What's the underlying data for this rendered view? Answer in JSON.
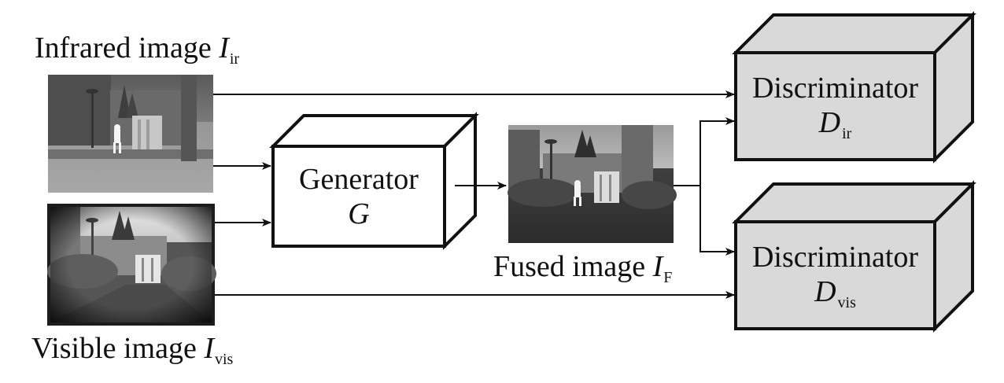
{
  "inputs": {
    "infrared": {
      "label": "Infrared image ",
      "symbol": "I",
      "subscript": "ir"
    },
    "visible": {
      "label": "Visible image ",
      "symbol": "I",
      "subscript": "vis"
    }
  },
  "generator": {
    "title": "Generator",
    "symbol": "G"
  },
  "fused": {
    "label": "Fused image ",
    "symbol": "I",
    "subscript": "F"
  },
  "discriminators": [
    {
      "title": "Discriminator",
      "symbol": "D",
      "subscript": "ir"
    },
    {
      "title": "Discriminator",
      "symbol": "D",
      "subscript": "vis"
    }
  ],
  "colors": {
    "box_fill_discriminator": "#d9d9d9",
    "box_fill_generator": "#ffffff",
    "stroke": "#111111"
  }
}
